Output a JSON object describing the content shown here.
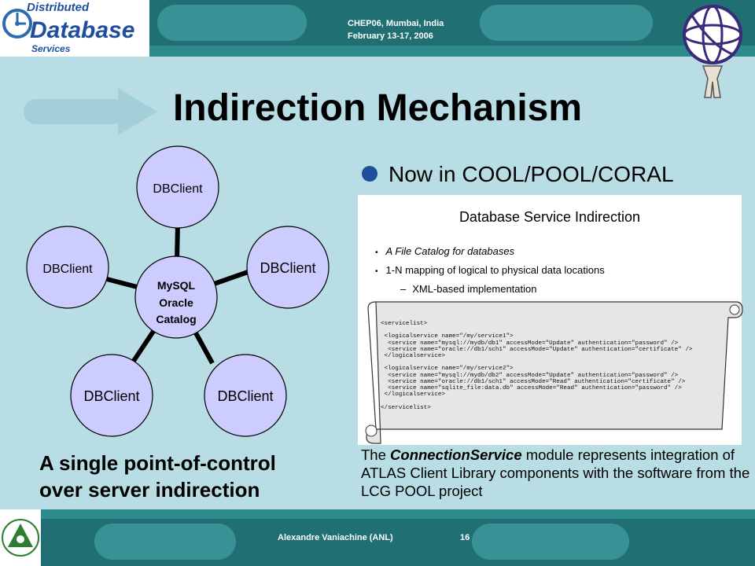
{
  "header": {
    "logo_text": [
      "Distributed",
      "Database",
      "Services"
    ],
    "conference": "CHEP06, Mumbai, India",
    "dates": "February 13-17, 2006"
  },
  "title": "Indirection Mechanism",
  "diagram": {
    "center_label": [
      "MySQL",
      "Oracle",
      "Catalog"
    ],
    "client_labels": [
      "DBClient",
      "DBClient",
      "DBClient",
      "DBClient",
      "DBClient"
    ]
  },
  "bullet": "Now in COOL/POOL/CORAL",
  "screenshot": {
    "title": "Database Service Indirection",
    "items": [
      "A File Catalog for databases",
      "1-N mapping of logical to physical data locations"
    ],
    "subitem": "XML-based implementation",
    "xml_lines": [
      "<servicelist>",
      "",
      " <logicalservice name=\"/my/service1\">",
      "  <service name=\"mysql://mydb/db1\" accessMode=\"Update\" authentication=\"password\" />",
      "  <service name=\"oracle://db1/sch1\" accessMode=\"Update\" authentication=\"certificate\" />",
      " </logicalservice>",
      "",
      " <logicalservice name=\"/my/service2\">",
      "  <service name=\"mysql://mydb/db2\" accessMode=\"Update\" authentication=\"password\" />",
      "  <service name=\"oracle://db1/sch1\" accessMode=\"Read\" authentication=\"certificate\" />",
      "  <service name=\"sqlite_file:data.db\" accessMode=\"Read\" authentication=\"password\" />",
      " </logicalservice>",
      "",
      "</servicelist>"
    ]
  },
  "callout": [
    "A single point-of-control",
    "over server indirection"
  ],
  "description": {
    "prefix": "The ",
    "emphasis": "ConnectionService",
    "suffix": " module represents integration of ATLAS Client Library components with the software from the LCG POOL project"
  },
  "footer": {
    "author": "Alexandre Vaniachine (ANL)",
    "page": "16"
  },
  "colors": {
    "background": "#b9dde4",
    "band": "#1f6f73",
    "node_fill": "#ccccff",
    "bullet": "#1f4f9c"
  }
}
